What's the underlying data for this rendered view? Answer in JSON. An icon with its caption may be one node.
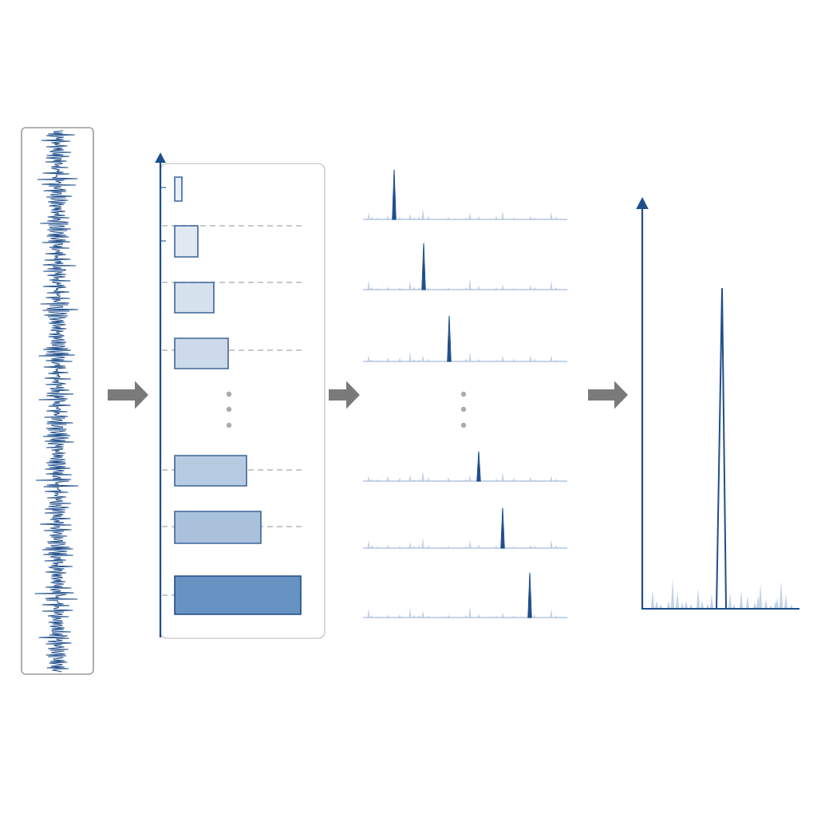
{
  "diagram": {
    "nodes": [
      {
        "text": [],
        "shape": "picture"
      },
      {
        "text": [],
        "shape": "box"
      },
      {
        "text": [],
        "shape": "bar",
        "in": 1
      },
      {
        "text": [],
        "shape": "bar",
        "in": 1
      },
      {
        "text": [],
        "shape": "bar",
        "in": 1
      },
      {
        "text": [],
        "shape": "bar",
        "in": 1
      },
      {
        "text": [],
        "shape": "bar",
        "in": 1
      },
      {
        "text": [],
        "shape": "bar",
        "in": 1
      },
      {
        "text": [],
        "shape": "bar",
        "in": 1
      },
      {
        "text": [],
        "shape": "picture"
      },
      {
        "text": [],
        "shape": "picture"
      }
    ],
    "edges": [
      {
        "from": 0,
        "to": 1,
        "arrow": "to"
      },
      {
        "from": 1,
        "to": 9,
        "arrow": "to"
      },
      {
        "from": 9,
        "to": 10,
        "arrow": "to"
      }
    ]
  }
}
